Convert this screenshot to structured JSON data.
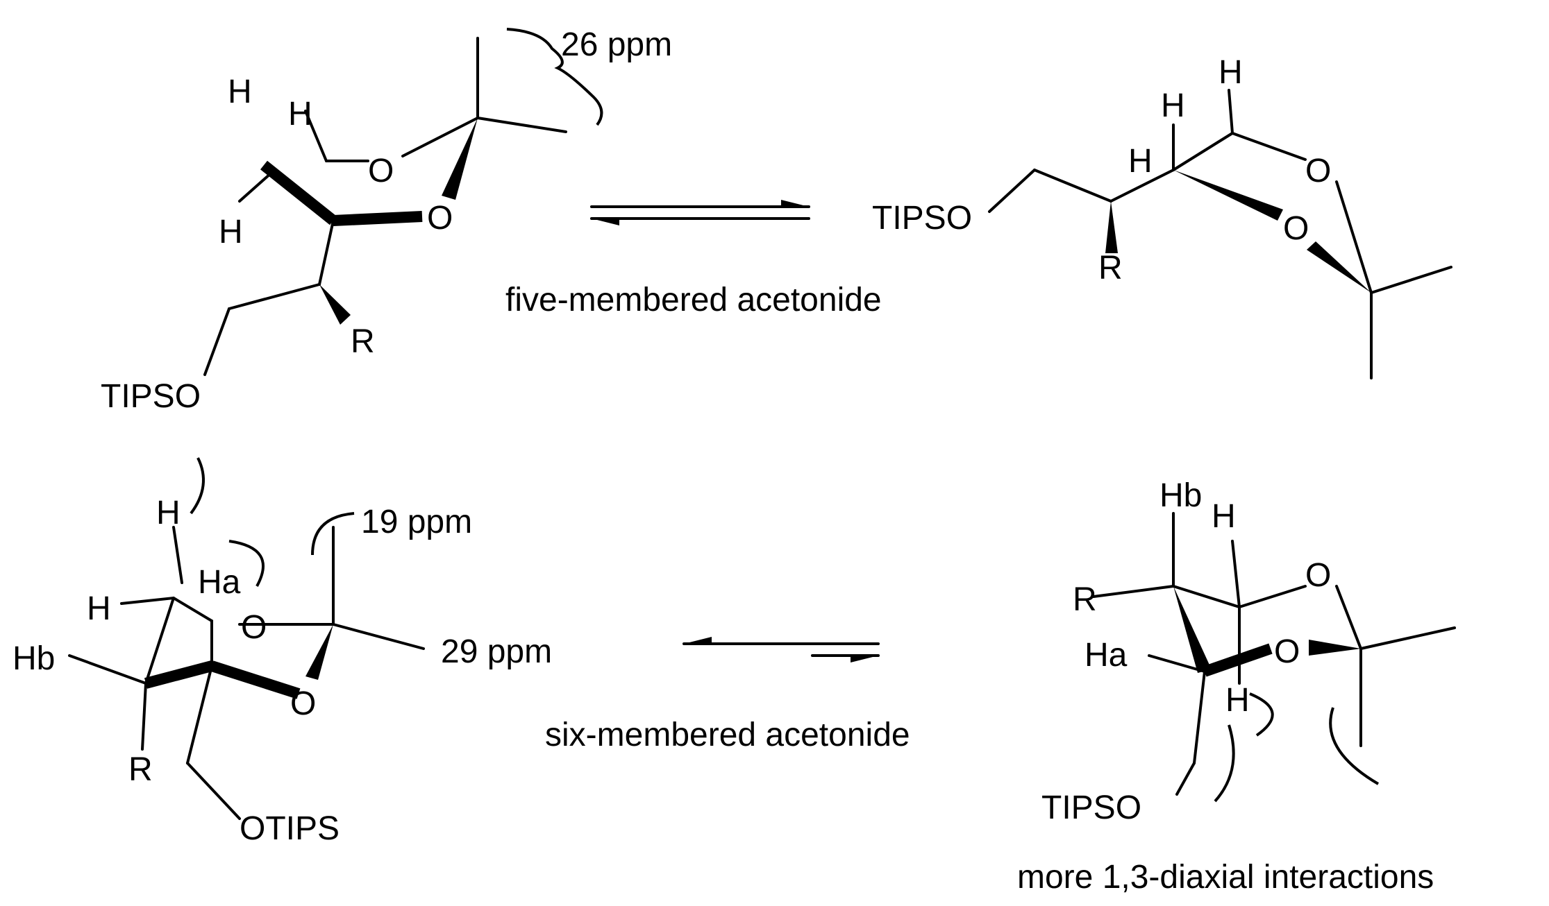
{
  "molecule_top_left": {
    "labels": {
      "h1": "H",
      "h2": "H",
      "h3": "H",
      "o1": "O",
      "o2": "O",
      "r": "R",
      "tipso": "TIPSO"
    },
    "ppm_note": "26 ppm"
  },
  "molecule_top_right": {
    "labels": {
      "tipso": "TIPSO",
      "r": "R",
      "h1": "H",
      "h2": "H",
      "h3": "H",
      "o1": "O",
      "o2": "O"
    }
  },
  "molecule_bottom_left": {
    "labels": {
      "h1": "H",
      "h2": "H",
      "ha": "Ha",
      "hb": "Hb",
      "o1": "O",
      "o2": "O",
      "r": "R",
      "otips": "OTIPS"
    },
    "ppm_axial": "19 ppm",
    "ppm_equatorial": "29 ppm"
  },
  "molecule_bottom_right": {
    "labels": {
      "hb": "Hb",
      "h1": "H",
      "r": "R",
      "ha": "Ha",
      "h2": "H",
      "o1": "O",
      "o2": "O",
      "tipso": "TIPSO"
    },
    "note": "more 1,3-diaxial interactions"
  },
  "captions": {
    "five": "five-membered acetonide",
    "six": "six-membered acetonide"
  }
}
